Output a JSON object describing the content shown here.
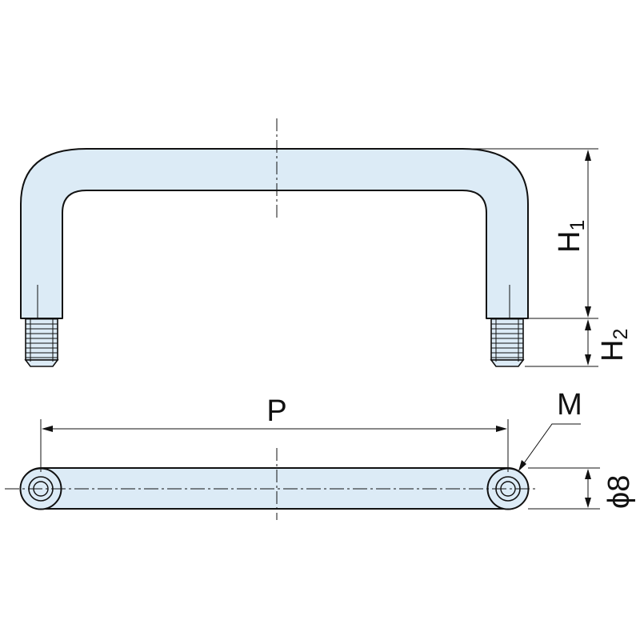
{
  "colors": {
    "part_fill": "#dcebf6",
    "line": "#111111",
    "background": "#ffffff"
  },
  "labels": {
    "height_overall": "H",
    "height_overall_sub": "1",
    "height_thread": "H",
    "height_thread_sub": "2",
    "pitch": "P",
    "thread_size": "M",
    "diameter": "ϕ8"
  }
}
